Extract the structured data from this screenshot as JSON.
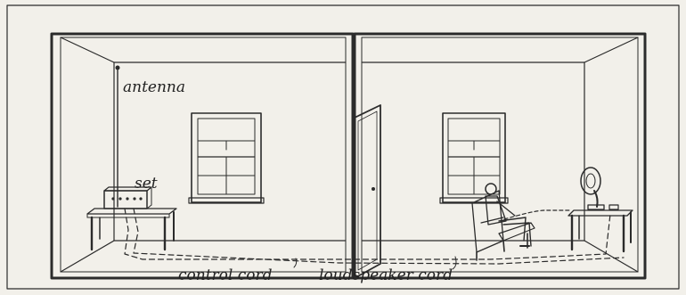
{
  "labels": {
    "antenna": "antenna",
    "set": "set",
    "control_cord": "control cord",
    "loudspeaker_cord": "loudspeaker cord"
  },
  "colors": {
    "paper": "#f2f0ea",
    "ink": "#2b2b2b"
  }
}
